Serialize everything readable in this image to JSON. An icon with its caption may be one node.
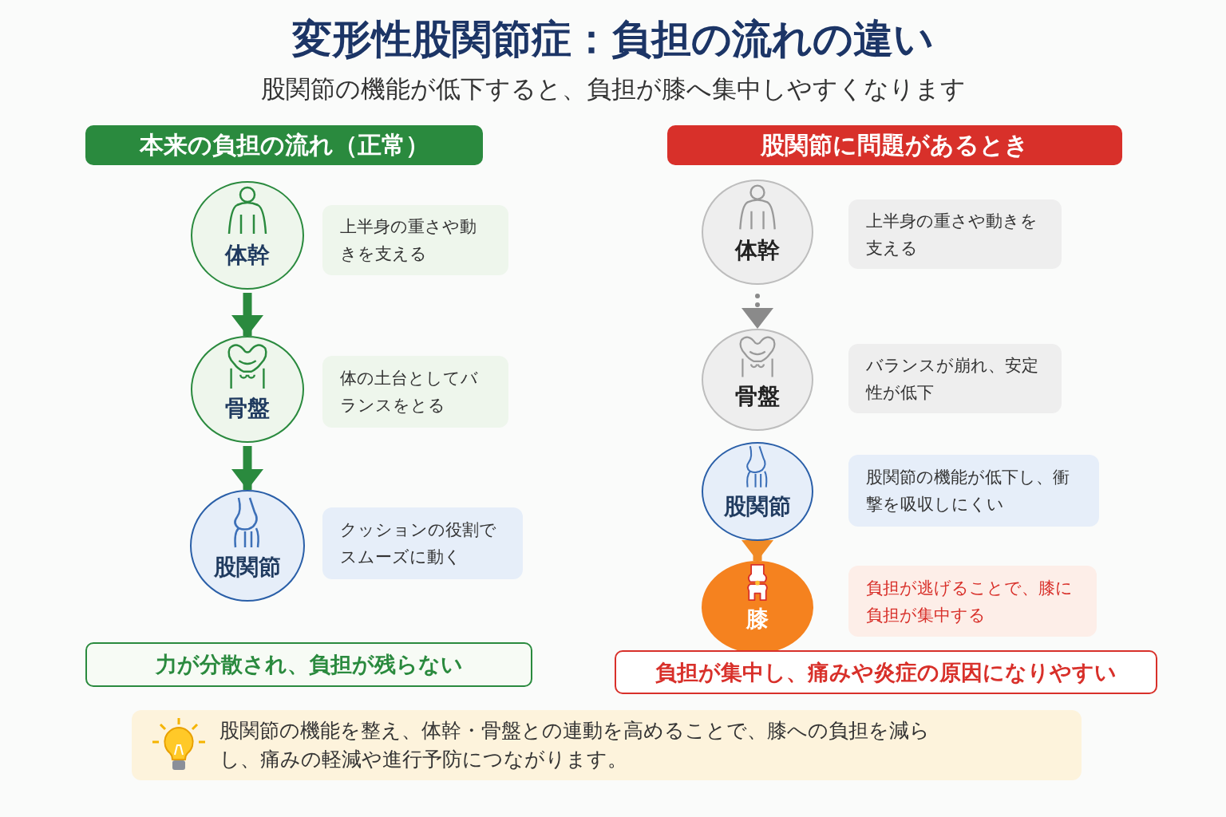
{
  "diagram": {
    "title": "変形性股関節症：負担の流れの違い",
    "nodes": [
      {
        "text": [
          "本来の負担の流れ（正常）"
        ]
      },
      {
        "text": [
          "体幹"
        ]
      },
      {
        "text": [
          "上半身の重さや動きを支える"
        ]
      },
      {
        "text": [
          "骨盤"
        ]
      },
      {
        "text": [
          "体の土台としてバランスをとる"
        ]
      },
      {
        "text": [
          "股関節"
        ]
      },
      {
        "text": [
          "クッションの役割でスムーズに動く"
        ]
      },
      {
        "text": [
          "力が分散され、負担が残らない"
        ]
      },
      {
        "text": [
          "股関節に問題があるとき"
        ]
      },
      {
        "text": [
          "体幹"
        ]
      },
      {
        "text": [
          "上半身の重さや動きを支える"
        ]
      },
      {
        "text": [
          "骨盤"
        ]
      },
      {
        "text": [
          "バランスが崩れ、安定性が低下"
        ]
      },
      {
        "text": [
          "股関節"
        ]
      },
      {
        "text": [
          "股関節の機能が低下し、衝撃を吸収しにくい"
        ]
      },
      {
        "text": [
          "膝"
        ]
      },
      {
        "text": [
          "負担が逃げることで、膝に負担が集中する"
        ]
      },
      {
        "text": [
          "負担が集中し、痛みや炎症の原因になりやすい"
        ]
      },
      {
        "text": [
          "股関節の機能を整え、体幹・骨盤との連動を高めることで、膝への負担を減らし、痛みの軽減や進行予防につながります。"
        ]
      }
    ],
    "edges": [
      {
        "from": 1,
        "to": 3,
        "arrow": "to"
      },
      {
        "from": 3,
        "to": 5,
        "arrow": "to"
      },
      {
        "from": 9,
        "to": 11,
        "arrow": "to",
        "style": "dashed",
        "color": "#8a8a8a"
      },
      {
        "from": 13,
        "to": 15,
        "arrow": "to",
        "color": "#f08a24"
      }
    ],
    "labels": [
      "股関節の機能が低下すると、負担が膝へ集中しやすくなります"
    ]
  }
}
